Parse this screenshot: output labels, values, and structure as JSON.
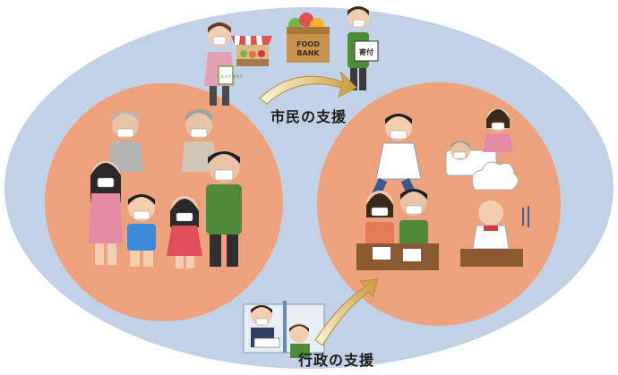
{
  "labels": {
    "citizen_support": "市民の支援",
    "government_support": "行政の支援"
  },
  "illustration_text": {
    "food_bank_line1": "FOOD",
    "food_bank_line2": "BANK",
    "donation": "寄付",
    "shopping_bag": "ネイブ マスク"
  },
  "colors": {
    "background_ellipse": "#c3d1e6",
    "community_circle": "#eda27d",
    "arrow": "#c89a3a",
    "label_text": "#1b1b1b"
  },
  "icons": [
    "shopper-icon",
    "market-stall-icon",
    "food-bank-box-icon",
    "donor-icon",
    "family-group-icon",
    "doctor-icon",
    "patient-icon",
    "nurse-icon",
    "consultation-icon",
    "worried-chef-icon",
    "government-counter-icon"
  ]
}
